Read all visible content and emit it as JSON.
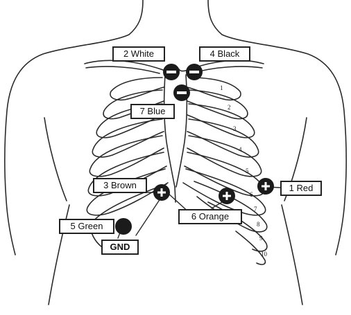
{
  "labels": {
    "white": "2 White",
    "black": "4 Black",
    "blue": "7 Blue",
    "brown": "3 Brown",
    "red": "1 Red",
    "orange": "6 Orange",
    "green": "5 Green",
    "gnd": "GND"
  },
  "rib_numbers": [
    "1",
    "2",
    "3",
    "4",
    "5",
    "6",
    "7",
    "8",
    "9",
    "10"
  ],
  "electrode_signs": {
    "negative": "−",
    "positive": "+"
  },
  "colors": {
    "line": "#2a2a2a",
    "electrode": "#1b1b1b",
    "electrode_sign": "#ffffff",
    "label_border": "#222222",
    "background": "#ffffff"
  }
}
